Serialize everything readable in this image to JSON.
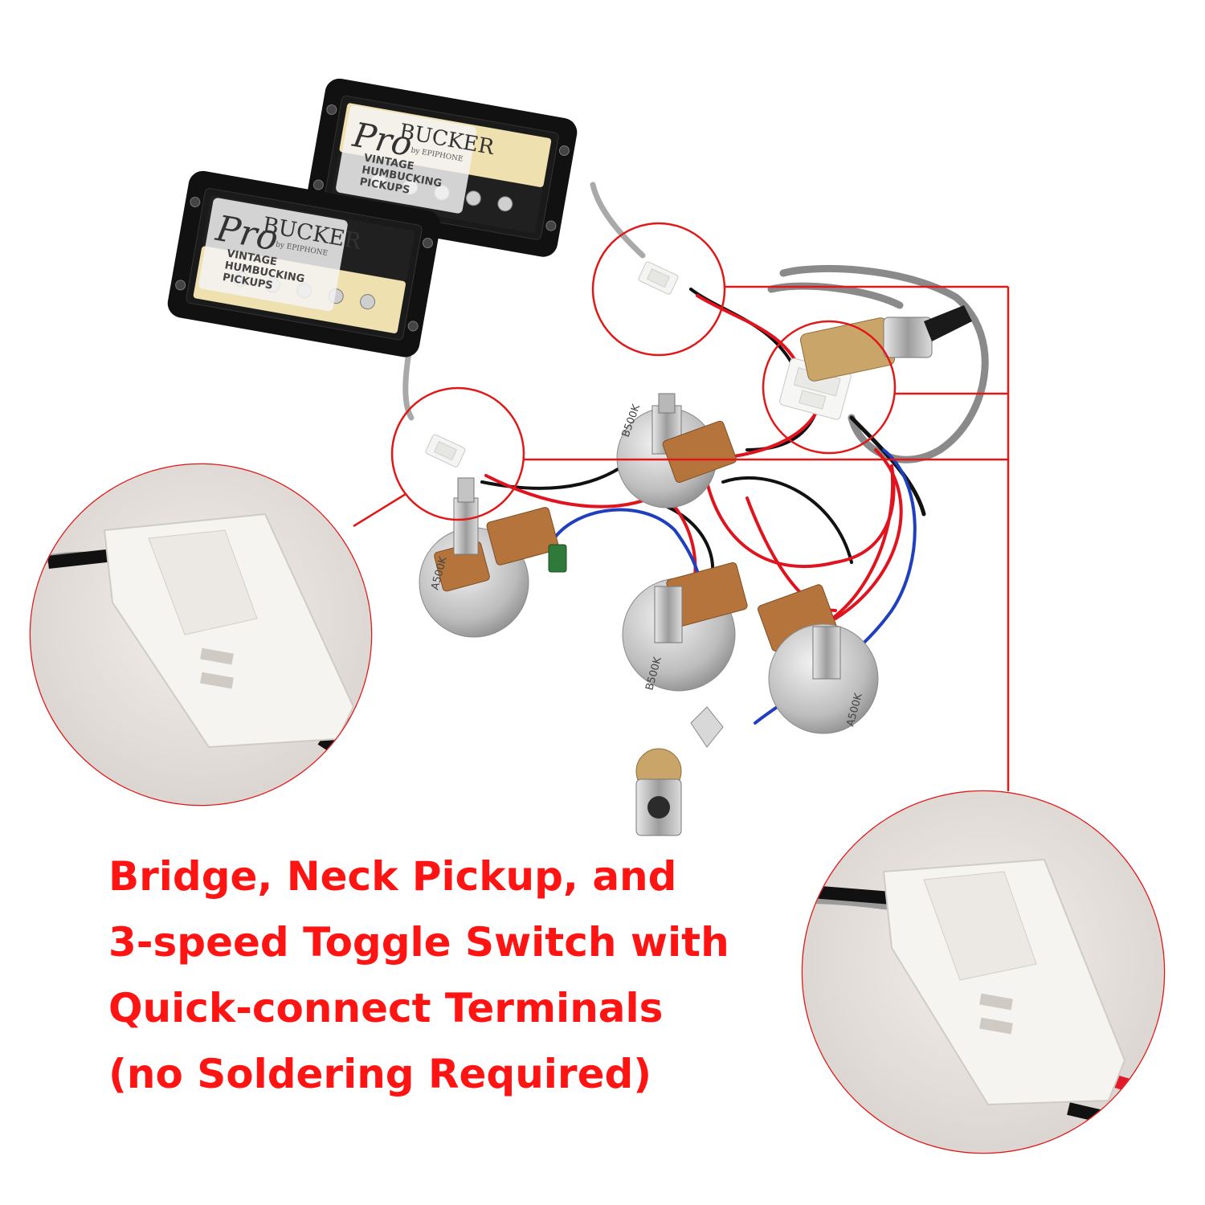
{
  "pickups": [
    {
      "brand_script": "Pro",
      "brand": "BUCKER",
      "maker": "by EPIPHONE",
      "line1": "VINTAGE",
      "line2": "HUMBUCKING",
      "line3": "PICKUPS"
    },
    {
      "brand_script": "Pro",
      "brand": "BUCKER",
      "maker": "by EPIPHONE",
      "line1": "VINTAGE",
      "line2": "HUMBUCKING",
      "line3": "PICKUPS"
    }
  ],
  "pots": [
    {
      "marking": "B500K"
    },
    {
      "marking": "A500K"
    },
    {
      "marking": "B500K"
    },
    {
      "marking": "A500K"
    }
  ],
  "caption": [
    "Bridge, Neck Pickup, and",
    "3-speed Toggle Switch with",
    "Quick-connect Terminals",
    "(no Soldering Required)"
  ],
  "colors": {
    "caption": "#ff1414",
    "callout": "#e01818",
    "wire_red": "#e0141e",
    "wire_blue": "#1f3fbf",
    "wire_black": "#111111",
    "wire_grey": "#8a8a8a",
    "bobbin_cream": "#efe0b0",
    "pickup_frame": "#111111"
  }
}
